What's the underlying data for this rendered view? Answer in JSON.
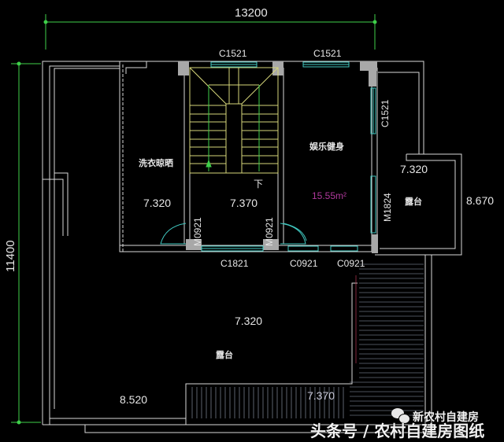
{
  "drawing": {
    "dimensions": {
      "overall_width": "13200",
      "overall_height": "11400"
    },
    "openings": {
      "window_top_left": "C1521",
      "window_top_right": "C1521",
      "window_right_vertical": "C1521",
      "door_left": "M0921",
      "door_right": "M0921",
      "door_balcony": "M1824",
      "window_bottom_center": "C1821",
      "window_bottom_1": "C0921",
      "window_bottom_2": "C0921"
    },
    "rooms": {
      "laundry": "洗衣晾晒",
      "fitness": "娱乐健身",
      "fitness_area": "15.55m²",
      "stair_down": "下",
      "balcony_right": "露台",
      "terrace_main": "露台"
    },
    "elevations": {
      "laundry": "7.320",
      "stair_hall": "7.370",
      "balcony_right": "7.320",
      "roof_right": "8.670",
      "terrace_main": "7.320",
      "roof_left": "8.520",
      "roof_bottom": "7.370"
    },
    "colors": {
      "background": "#000000",
      "wall_line": "#d8d8d8",
      "dimension_line": "#3fcf4a",
      "stair_line": "#d6d67a",
      "glass": "#40c8c0",
      "column": "#a8a8a8",
      "area_text": "#b0399c"
    }
  },
  "watermark": {
    "account": "新农村自建房",
    "caption": "头条号 / 农村自建房图纸"
  }
}
